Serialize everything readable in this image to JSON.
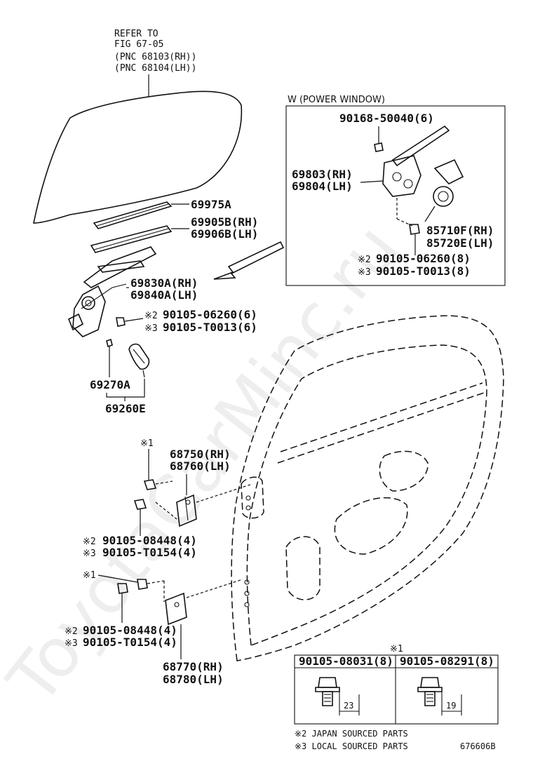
{
  "watermark": "ToyotaCarMinc.ru",
  "refer": {
    "line1": "REFER TO",
    "line2": "FIG 67-05",
    "line3": "(PNC 68103(RH))",
    "line4": "(PNC 68104(LH))"
  },
  "inset": {
    "title": "W (POWER WINDOW)",
    "p_bolt": "90168-50040(6)",
    "p_reg_rh": "69803(RH)",
    "p_reg_lh": "69804(LH)",
    "p_motor_rh": "85710F(RH)",
    "p_motor_lh": "85720E(LH)",
    "p_bolt2_j": "90105-06260(8)",
    "p_bolt2_l": "90105-T0013(8)",
    "mark2": "※2",
    "mark3": "※3"
  },
  "parts": {
    "p69975a": "69975A",
    "p69905b": "69905B(RH)",
    "p69906b": "69906B(LH)",
    "p69830a": "69830A(RH)",
    "p69840a": "69840A(LH)",
    "p_bolt_j": "90105-06260(6)",
    "p_bolt_l": "90105-T0013(6)",
    "p69270a": "69270A",
    "p69260e": "69260E",
    "p68750": "68750(RH)",
    "p68760": "68760(LH)",
    "p_hinge1_j": "90105-08448(4)",
    "p_hinge1_l": "90105-T0154(4)",
    "p_hinge2_j": "90105-08448(4)",
    "p_hinge2_l": "90105-T0154(4)",
    "p68770": "68770(RH)",
    "p68780": "68780(LH)",
    "mark1": "※1",
    "mark2": "※2",
    "mark3": "※3"
  },
  "bolt_table": {
    "mark": "※1",
    "col1": "90105-08031(8)",
    "col2": "90105-08291(8)",
    "dim1": "23",
    "dim2": "19"
  },
  "notes": {
    "note2": "※2 JAPAN SOURCED PARTS",
    "note3": "※3 LOCAL SOURCED PARTS",
    "fig_no": "676606B"
  }
}
